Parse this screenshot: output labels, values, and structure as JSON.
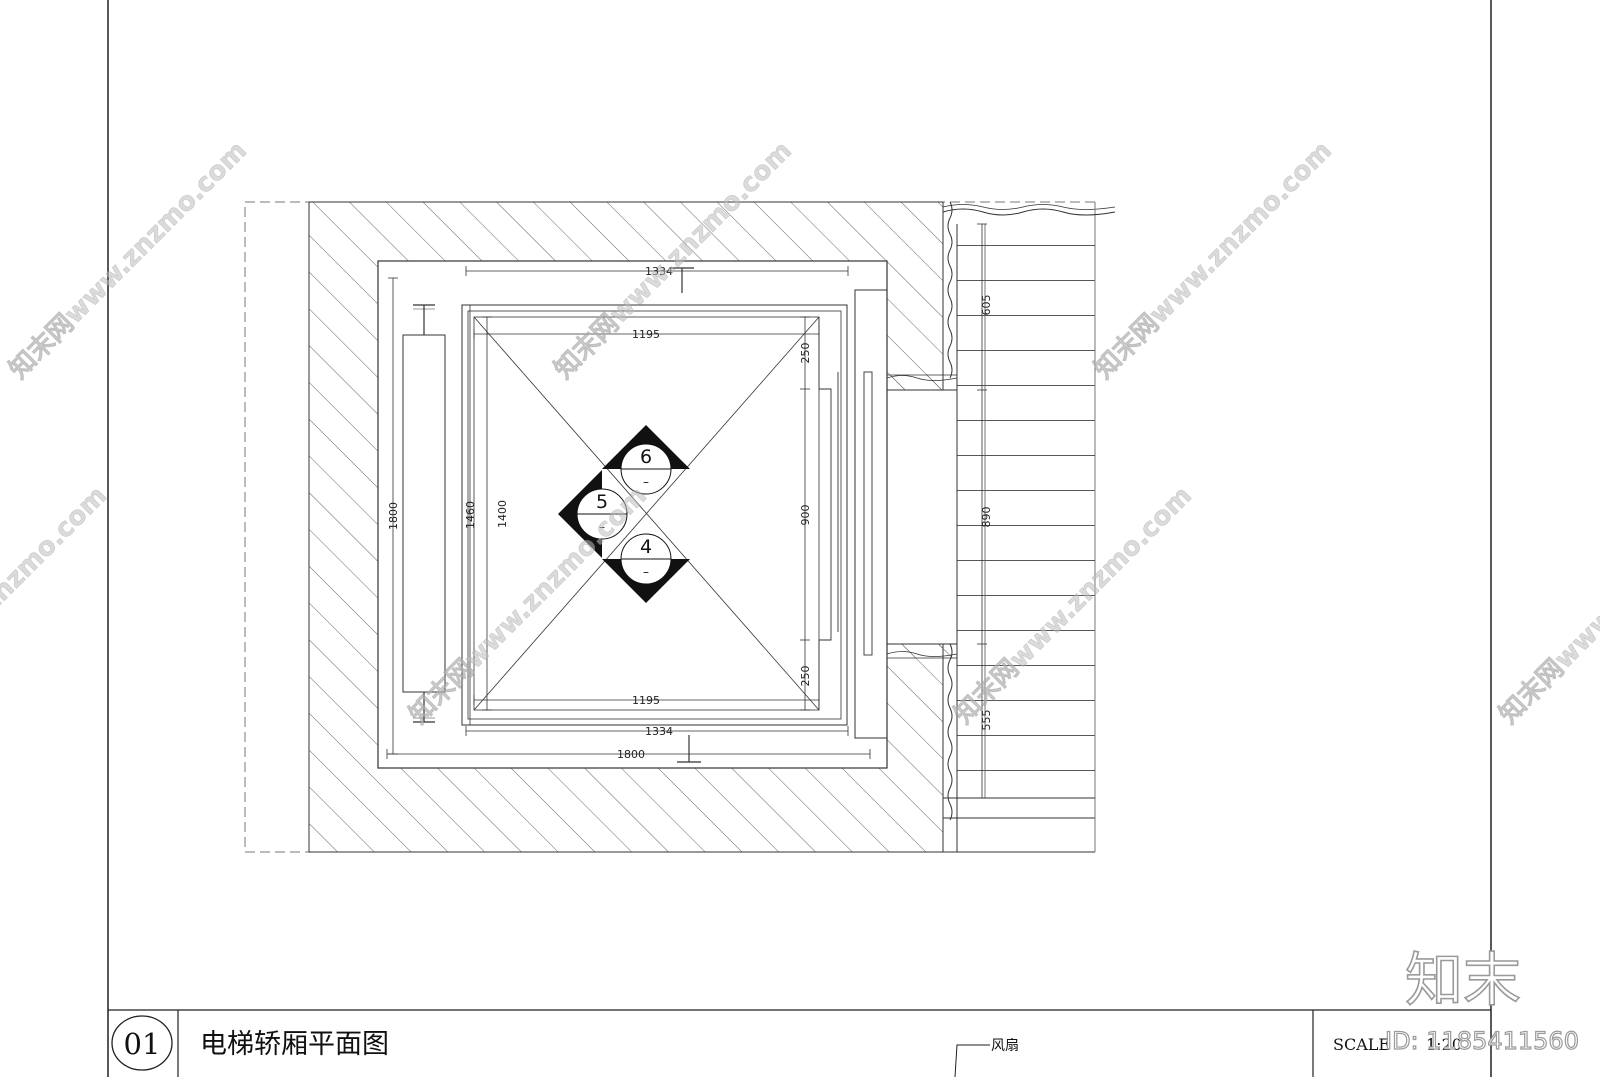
{
  "drawing": {
    "title_number": "01",
    "title": "电梯轿厢平面图",
    "fan_label": "风扇",
    "scale_label": "SCALE",
    "scale_value": "1:20"
  },
  "dimensions": {
    "top_outer": "1334",
    "top_inner": "1195",
    "bottom_inner": "1195",
    "bottom_outer": "1334",
    "bottom_overall": "1800",
    "left_overall": "1800",
    "left_inner_a": "1460",
    "left_inner_b": "1400",
    "right_top": "250",
    "right_mid": "900",
    "right_bottom": "250",
    "door_top": "605",
    "door_mid": "890",
    "door_bottom": "555"
  },
  "tags": [
    {
      "number": "6",
      "sub": "–"
    },
    {
      "number": "5",
      "sub": "–"
    },
    {
      "number": "4",
      "sub": "–"
    }
  ],
  "watermark": {
    "repeat_text": "知末网www.znzmo.com",
    "brand": "知末",
    "id_text": "ID: 1185411560"
  }
}
